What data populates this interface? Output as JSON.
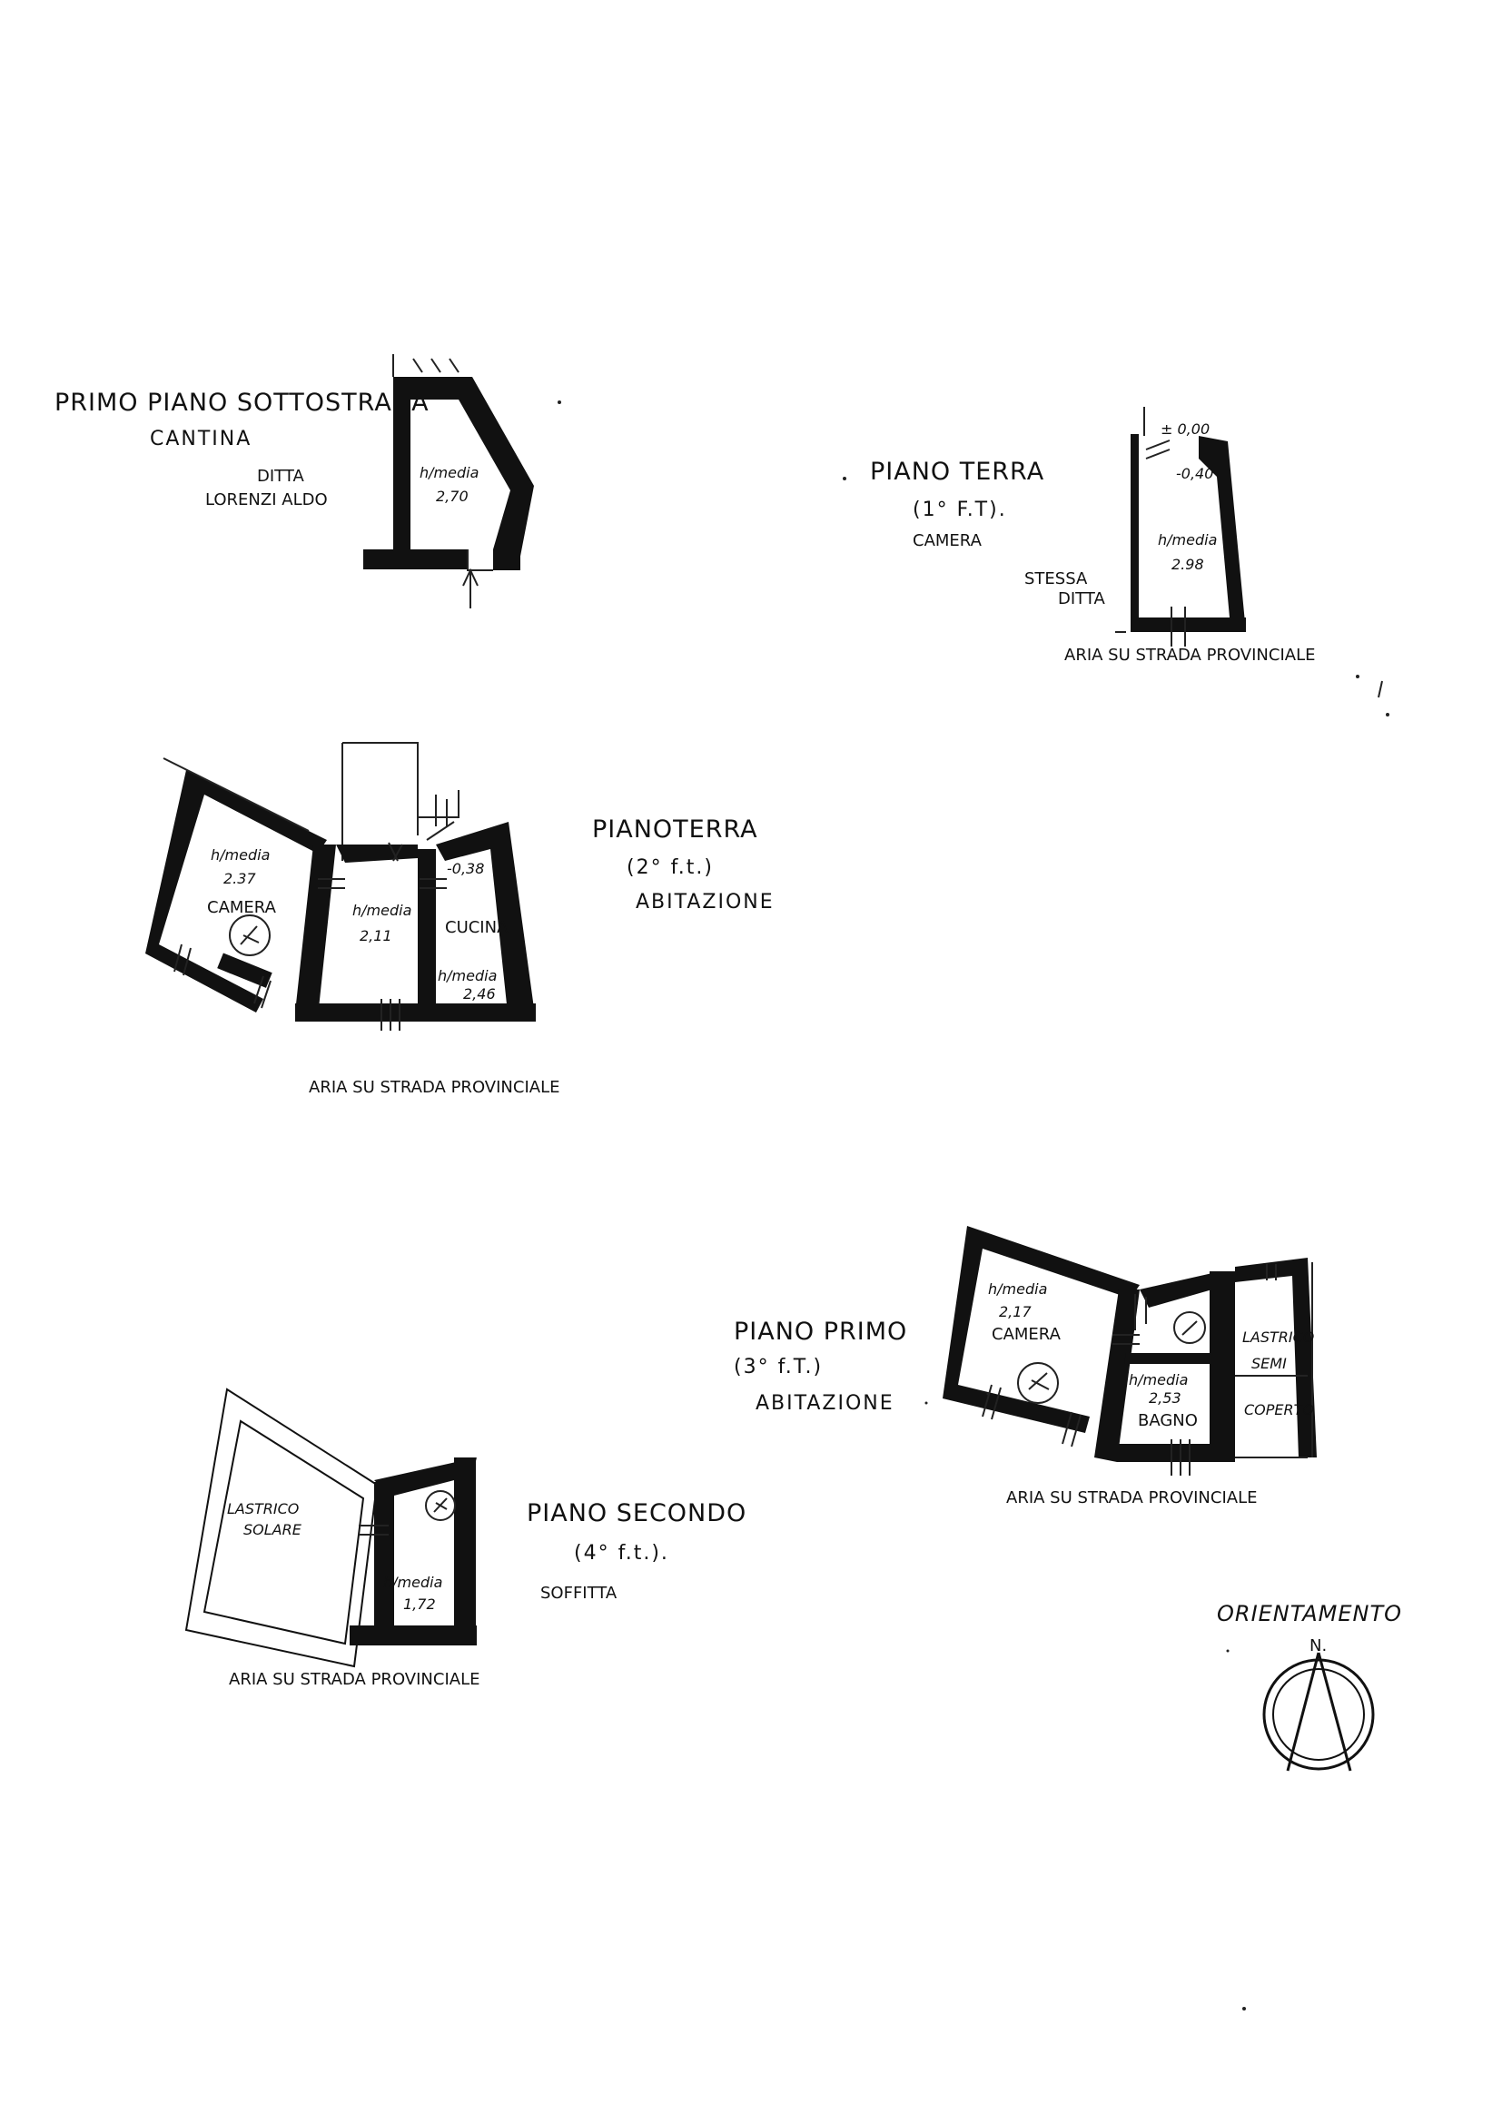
{
  "plans": {
    "cantina": {
      "title": "PRIMO PIANO SOTTOSTRADA",
      "subtitle": "CANTINA",
      "owner_line1": "DITTA",
      "owner_line2": "LORENZI ALDO",
      "room_height_label": "h/media",
      "room_height_value": "2,70"
    },
    "piano_terra_1": {
      "title": "PIANO TERRA",
      "subtitle": "(1° F.T).",
      "room": "CAMERA",
      "owner_line1": "STESSA",
      "owner_line2": "DITTA",
      "level_top": "± 0,00",
      "level_low": "-0,40",
      "room_height_label": "h/media",
      "room_height_value": "2.98",
      "street": "ARIA SU STRADA PROVINCIALE"
    },
    "piano_terra_2": {
      "title": "PIANOTERRA",
      "subtitle": "(2° f.t.)",
      "use": "ABITAZIONE",
      "camera_label": "CAMERA",
      "camera_height_label": "h/media",
      "camera_height_value": "2.37",
      "middle_height_label": "h/media",
      "middle_height_value": "2,11",
      "level": "-0,38",
      "cucina_label": "CUCINA",
      "cucina_height_label": "h/media",
      "cucina_height_value": "2,46",
      "street": "ARIA SU STRADA PROVINCIALE"
    },
    "piano_primo": {
      "title": "PIANO PRIMO",
      "subtitle": "(3° f.T.)",
      "use": "ABITAZIONE",
      "camera_height_label": "h/media",
      "camera_height_value": "2,17",
      "camera_label": "CAMERA",
      "bagno_height_label": "h/media",
      "bagno_height_value": "2,53",
      "bagno_label": "BAGNO",
      "lastrico_line1": "LASTRICO",
      "lastrico_line2": "SEMI",
      "lastrico_line3": "COPERTO",
      "street": "ARIA SU STRADA PROVINCIALE"
    },
    "piano_secondo": {
      "title": "PIANO SECONDO",
      "subtitle": "(4° f.t.).",
      "use": "SOFFITTA",
      "lastrico_line1": "LASTRICO",
      "lastrico_line2": "SOLARE",
      "room_height_label": "h/media",
      "room_height_value": "1,72",
      "street": "ARIA SU STRADA PROVINCIALE"
    }
  },
  "orientation": {
    "label": "ORIENTAMENTO",
    "north": "N."
  },
  "colors": {
    "ink": "#111111",
    "paper": "#ffffff"
  }
}
